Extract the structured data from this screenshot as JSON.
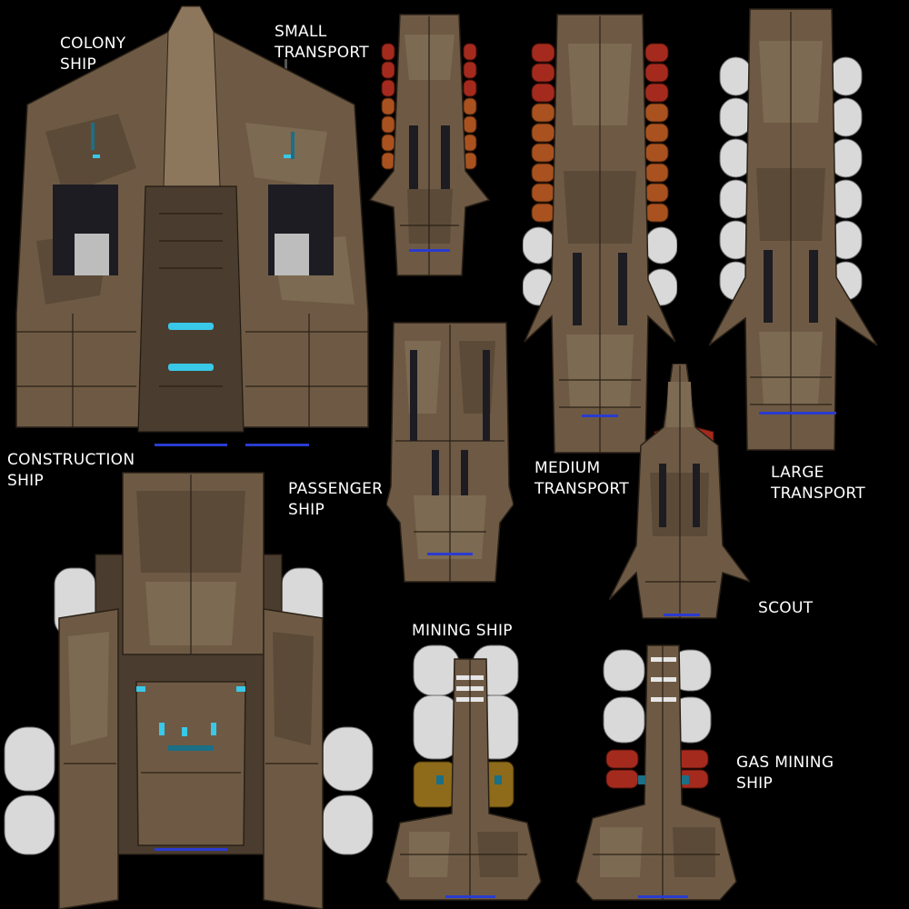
{
  "labels": {
    "colony_ship": "COLONY\nSHIP",
    "small_transport": "SMALL\nTRANSPORT",
    "construction_ship": "CONSTRUCTION\nSHIP",
    "passenger_ship": "PASSENGER\nSHIP",
    "medium_transport": "MEDIUM\nTRANSPORT",
    "large_transport": "LARGE\nTRANSPORT",
    "scout": "SCOUT",
    "mining_ship": "MINING SHIP",
    "gas_mining_ship": "GAS MINING\nSHIP"
  },
  "colors": {
    "background": "#000000",
    "label_text": "#ffffff",
    "hull": "#6e5a44",
    "cargo_red": "#a52a1e",
    "cargo_orange": "#a9521f",
    "cargo_white": "#d9d9d9",
    "light_cyan": "#39c8e8",
    "engine_blue": "#2a3bd0"
  }
}
